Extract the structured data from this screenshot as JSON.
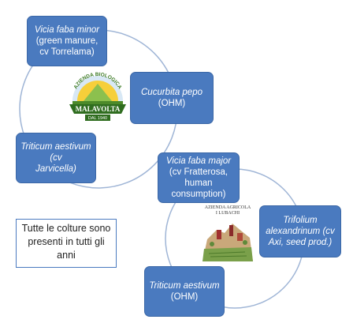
{
  "cycle_1": {
    "nodes": [
      {
        "line1": "Vicia faba minor",
        "line2": "(green manure, cv Torrelama)"
      },
      {
        "line1": "Cucurbita pepo",
        "line2": "(OHM)"
      },
      {
        "line1": "Triticum aestivum (cv",
        "line2": "Jarvicella)"
      }
    ],
    "logo": {
      "arc_text": "AZIENDA BIOLOGICA",
      "name": "MALAVOLTA",
      "since": "DAL 1940"
    }
  },
  "cycle_2": {
    "nodes": [
      {
        "line1": "Vicia faba major",
        "line2": "(cv Fratterosa, human consumption)"
      },
      {
        "line1": "Trifolium alexandrinum (cv Axi, seed prod.)",
        "line2": ""
      },
      {
        "line1": "",
        "line2": "Triticum aestivum (OHM)"
      }
    ],
    "logo": {
      "line1": "AZIENDA AGRICOLA",
      "line2": "I LUBACHI"
    }
  },
  "note": "Tutte le colture sono presenti in tutti gli anni",
  "colors": {
    "node_fill": "#4a7abf",
    "ring": "#9fb5d6",
    "logo_green": "#5a8a2a"
  }
}
